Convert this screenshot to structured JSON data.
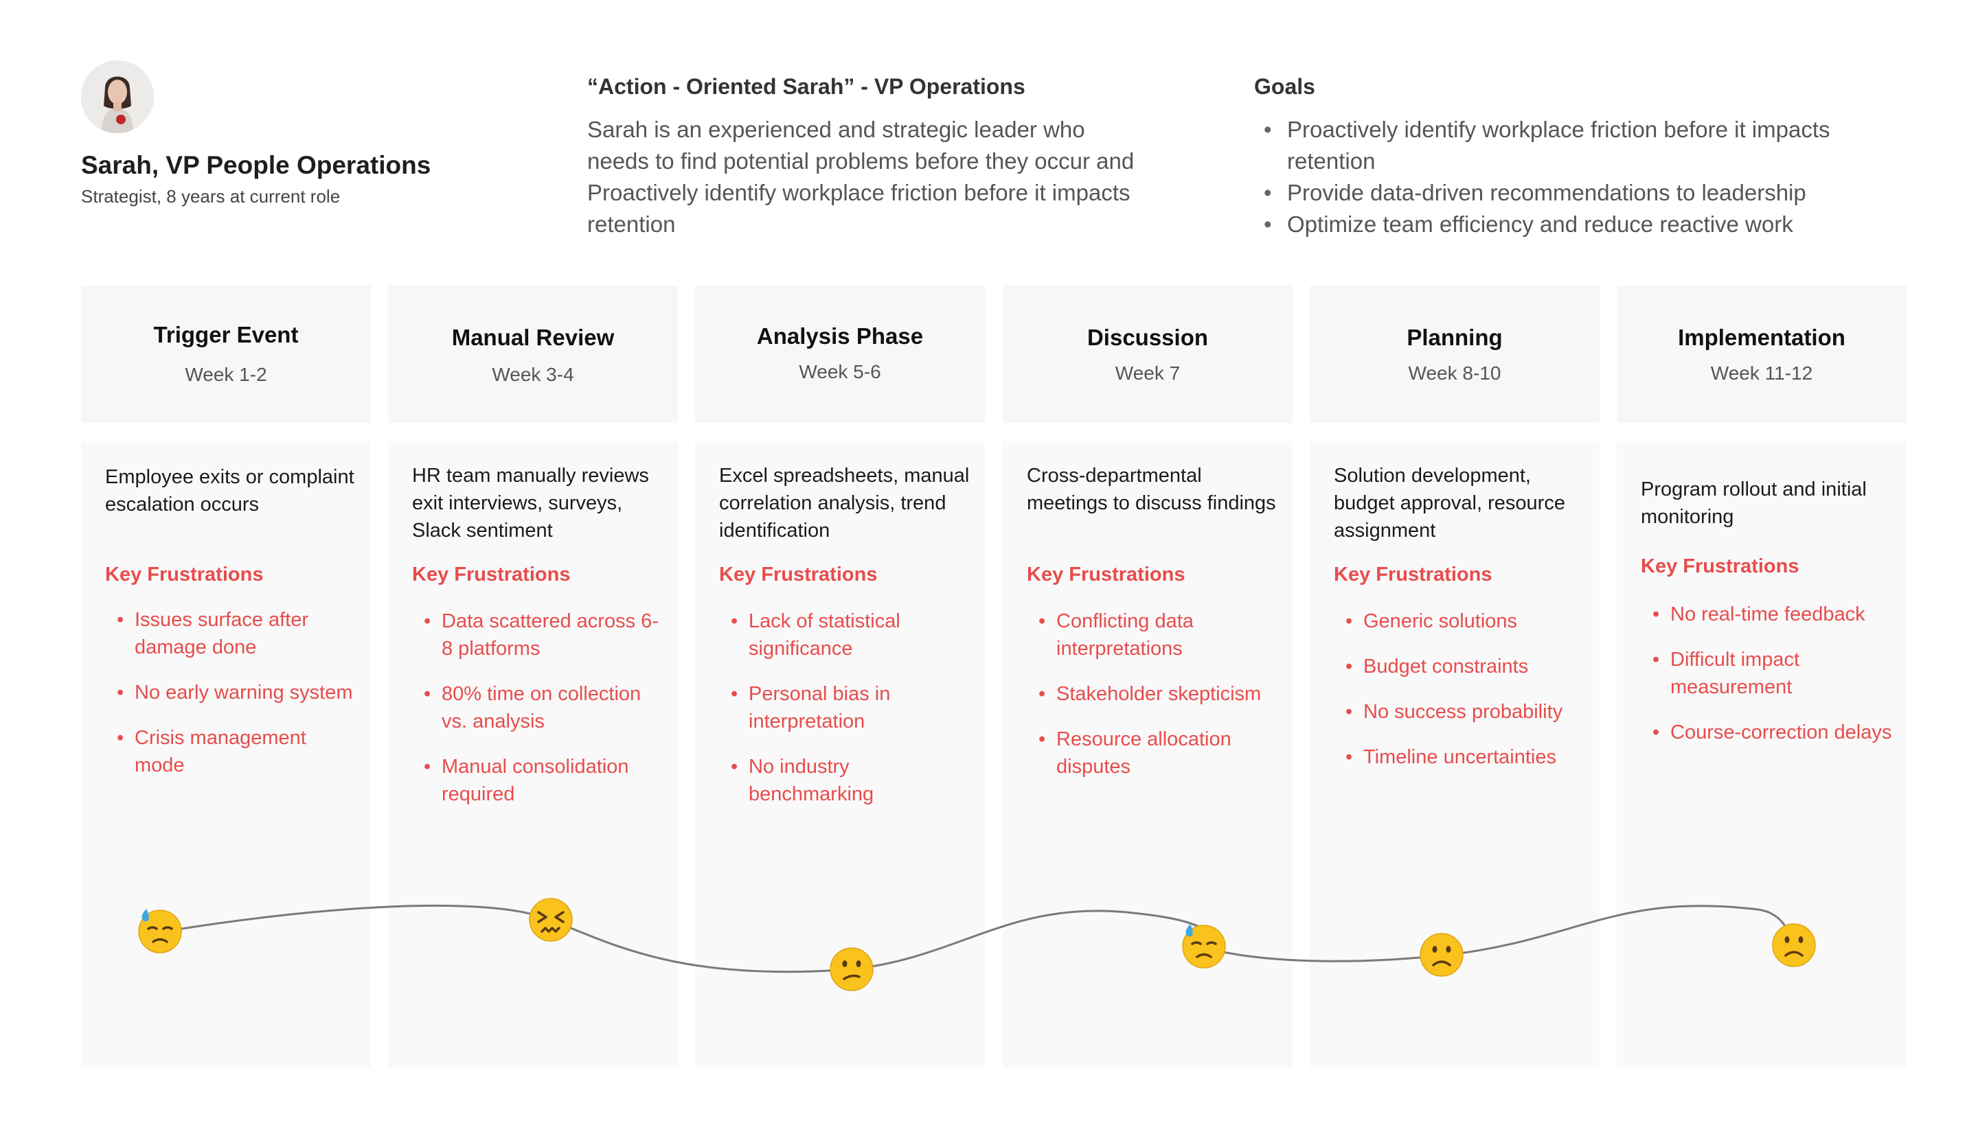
{
  "persona": {
    "name": "Sarah, VP People Operations",
    "role": "Strategist, 8 years at current role",
    "quote_title": "“Action - Oriented Sarah” - VP Operations",
    "description": "Sarah is an experienced and strategic leader who needs to find potential problems before they occur and Proactively identify workplace friction before it impacts retention"
  },
  "goals": {
    "title": "Goals",
    "items": [
      "Proactively identify workplace friction before it impacts retention",
      "Provide data-driven recommendations to leadership",
      "Optimize team efficiency and reduce reactive work"
    ]
  },
  "key_frustrations_label": "Key Frustrations",
  "stages": [
    {
      "name": "Trigger Event",
      "week": "Week 1-2",
      "description": "Employee exits or complaint escalation occurs",
      "frustrations": [
        "Issues surface after damage done",
        "No early warning system",
        "Crisis management mode"
      ],
      "emotion": "downcast-sweat"
    },
    {
      "name": "Manual Review",
      "week": "Week 3-4",
      "description": "HR team manually reviews exit interviews, surveys, Slack sentiment",
      "frustrations": [
        "Data scattered across 6-8 platforms",
        "80% time on collection vs. analysis",
        "Manual consolidation required"
      ],
      "emotion": "confounded"
    },
    {
      "name": "Analysis Phase",
      "week": "Week 5-6",
      "description": "Excel spreadsheets, manual correlation analysis, trend identification",
      "frustrations": [
        "Lack of statistical significance",
        "Personal bias in interpretation",
        "No industry benchmarking"
      ],
      "emotion": "confused"
    },
    {
      "name": "Discussion",
      "week": "Week 7",
      "description": "Cross-departmental meetings to discuss findings",
      "frustrations": [
        "Conflicting data interpretations",
        "Stakeholder skepticism",
        "Resource allocation disputes"
      ],
      "emotion": "downcast-sweat"
    },
    {
      "name": "Planning",
      "week": "Week 8-10",
      "description": "Solution development, budget approval, resource assignment",
      "frustrations": [
        "Generic solutions",
        "Budget constraints",
        "No success probability",
        "Timeline uncertainties"
      ],
      "emotion": "frowning"
    },
    {
      "name": "Implementation",
      "week": "Week 11-12",
      "description": "Program rollout and initial monitoring",
      "frustrations": [
        "No real-time feedback",
        "Difficult impact measurement",
        "Course-correction delays"
      ],
      "emotion": "frowning"
    }
  ],
  "colors": {
    "accent": "#e84c4c",
    "card": "#f7f7f7",
    "emoji": "#f9c21d"
  }
}
